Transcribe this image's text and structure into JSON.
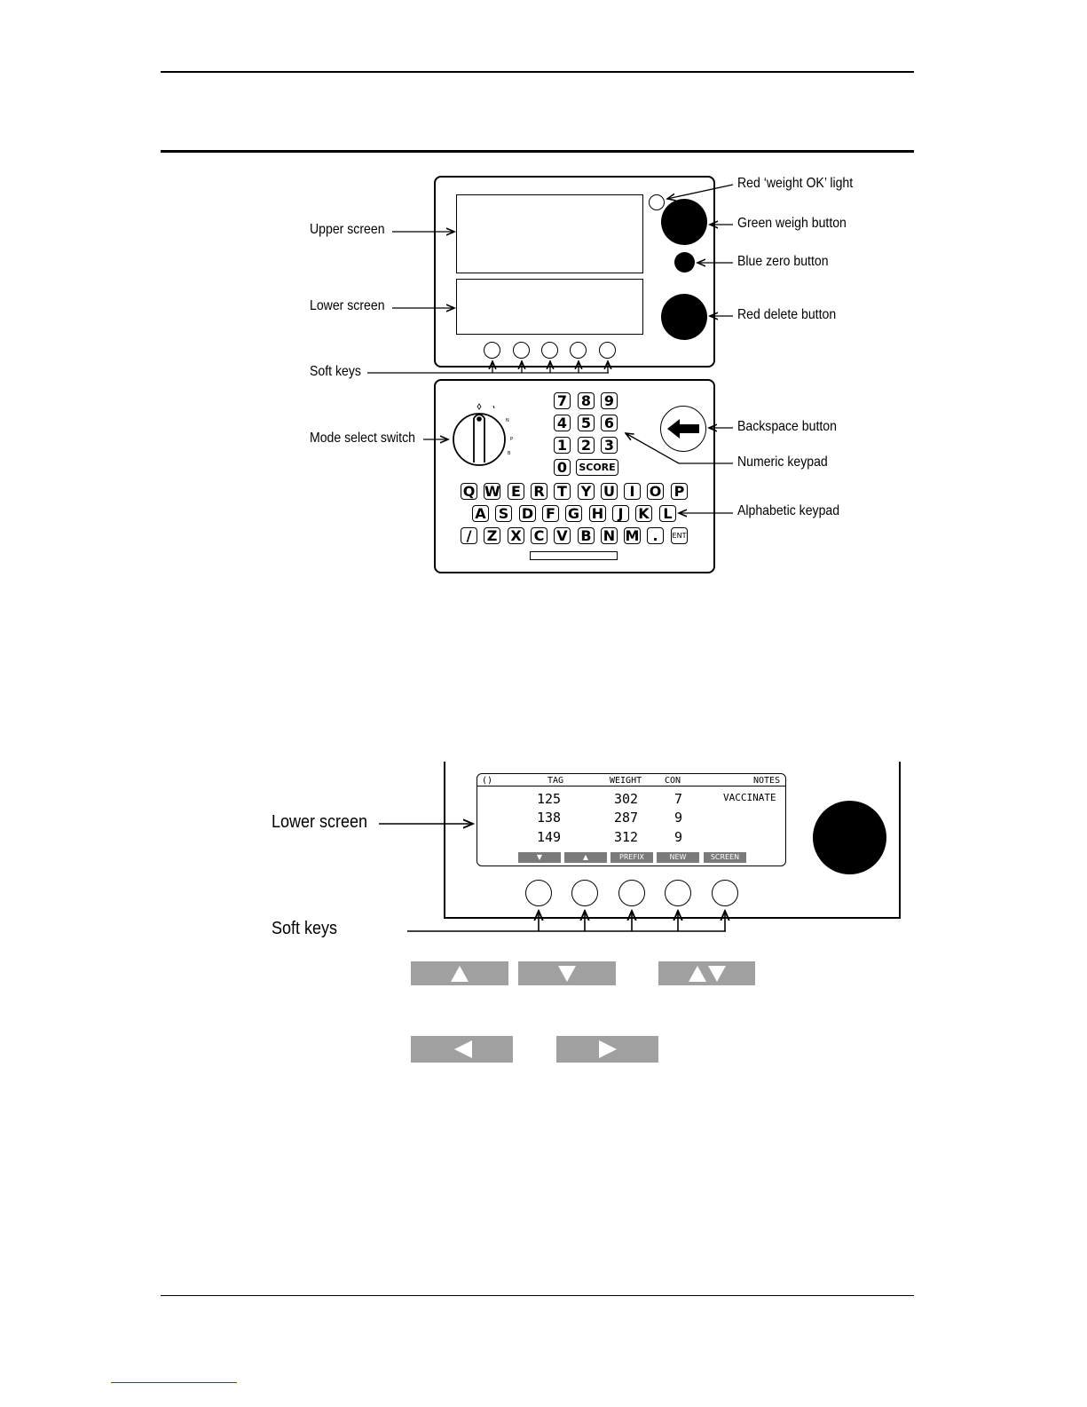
{
  "diagram1": {
    "callouts": {
      "upper_screen": "Upper screen",
      "lower_screen": "Lower screen",
      "soft_keys": "Soft keys",
      "mode_select_switch": "Mode select switch",
      "weight_ok_light": "Red ‘weight OK’ light",
      "green_weigh_button": "Green weigh button",
      "blue_zero_button": "Blue zero button",
      "red_delete_button": "Red delete button",
      "backspace_button": "Backspace button",
      "numeric_keypad": "Numeric keypad",
      "alphabetic_keypad": "Alphabetic keypad"
    },
    "numeric_keys": [
      "7",
      "8",
      "9",
      "4",
      "5",
      "6",
      "1",
      "2",
      "3",
      "0"
    ],
    "score_key": "SCORE",
    "alpha_row1": [
      "Q",
      "W",
      "E",
      "R",
      "T",
      "Y",
      "U",
      "I",
      "O",
      "P"
    ],
    "alpha_row2": [
      "A",
      "S",
      "D",
      "F",
      "G",
      "H",
      "J",
      "K",
      "L"
    ],
    "alpha_row3": [
      "/",
      "Z",
      "X",
      "C",
      "V",
      "B",
      "N",
      "M",
      "."
    ],
    "ent_key": "ENT"
  },
  "diagram2": {
    "callouts": {
      "lower_screen": "Lower screen",
      "soft_keys": "Soft keys"
    },
    "lcd": {
      "corner": "()",
      "headers": {
        "tag": "TAG",
        "weight": "WEIGHT",
        "con": "CON",
        "notes": "NOTES"
      },
      "rows": [
        {
          "tag": "125",
          "weight": "302",
          "con": "7",
          "notes": "VACCINATE"
        },
        {
          "tag": "138",
          "weight": "287",
          "con": "9",
          "notes": ""
        },
        {
          "tag": "149",
          "weight": "312",
          "con": "9",
          "notes": ""
        }
      ],
      "soft_labels": [
        "▼",
        "▲",
        "PREFIX",
        "NEW",
        "SCREEN"
      ]
    }
  },
  "icons": {
    "up_button": "up-arrow-icon",
    "down_button": "down-arrow-icon",
    "up_down_button": "up-down-arrow-icon",
    "left_button": "left-arrow-icon",
    "right_button": "right-arrow-icon"
  }
}
